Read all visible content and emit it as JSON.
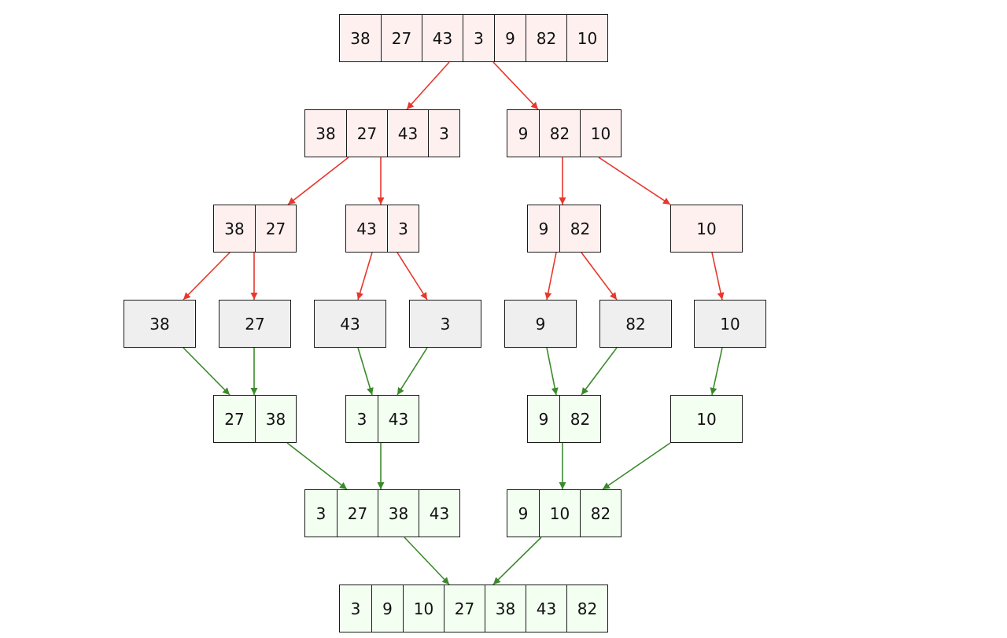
{
  "colors": {
    "split_edge": "#e8372c",
    "merge_edge": "#3a8a2a",
    "split_fill": "#fff0f0",
    "leaf_fill": "#efefef",
    "merge_fill": "#f3fff1"
  },
  "nodes": [
    {
      "id": "s0",
      "kind": "split",
      "values": [
        "38",
        "27",
        "43",
        "3",
        "9",
        "82",
        "10"
      ]
    },
    {
      "id": "s1a",
      "kind": "split",
      "values": [
        "38",
        "27",
        "43",
        "3"
      ]
    },
    {
      "id": "s1b",
      "kind": "split",
      "values": [
        "9",
        "82",
        "10"
      ]
    },
    {
      "id": "s2a",
      "kind": "split",
      "values": [
        "38",
        "27"
      ]
    },
    {
      "id": "s2b",
      "kind": "split",
      "values": [
        "43",
        "3"
      ]
    },
    {
      "id": "s2c",
      "kind": "split",
      "values": [
        "9",
        "82"
      ]
    },
    {
      "id": "s2d",
      "kind": "split",
      "values": [
        "10"
      ]
    },
    {
      "id": "l38",
      "kind": "leaf",
      "values": [
        "38"
      ]
    },
    {
      "id": "l27",
      "kind": "leaf",
      "values": [
        "27"
      ]
    },
    {
      "id": "l43",
      "kind": "leaf",
      "values": [
        "43"
      ]
    },
    {
      "id": "l3",
      "kind": "leaf",
      "values": [
        "3"
      ]
    },
    {
      "id": "l9",
      "kind": "leaf",
      "values": [
        "9"
      ]
    },
    {
      "id": "l82",
      "kind": "leaf",
      "values": [
        "82"
      ]
    },
    {
      "id": "l10",
      "kind": "leaf",
      "values": [
        "10"
      ]
    },
    {
      "id": "m1a",
      "kind": "merge",
      "values": [
        "27",
        "38"
      ]
    },
    {
      "id": "m1b",
      "kind": "merge",
      "values": [
        "3",
        "43"
      ]
    },
    {
      "id": "m1c",
      "kind": "merge",
      "values": [
        "9",
        "82"
      ]
    },
    {
      "id": "m1d",
      "kind": "merge",
      "values": [
        "10"
      ]
    },
    {
      "id": "m2a",
      "kind": "merge",
      "values": [
        "3",
        "27",
        "38",
        "43"
      ]
    },
    {
      "id": "m2b",
      "kind": "merge",
      "values": [
        "9",
        "10",
        "82"
      ]
    },
    {
      "id": "m3",
      "kind": "merge",
      "values": [
        "3",
        "9",
        "10",
        "27",
        "38",
        "43",
        "82"
      ]
    }
  ],
  "edges": [
    {
      "from": "s0",
      "to": "s1a",
      "kind": "split"
    },
    {
      "from": "s0",
      "to": "s1b",
      "kind": "split"
    },
    {
      "from": "s1a",
      "to": "s2a",
      "kind": "split"
    },
    {
      "from": "s1a",
      "to": "s2b",
      "kind": "split"
    },
    {
      "from": "s1b",
      "to": "s2c",
      "kind": "split"
    },
    {
      "from": "s1b",
      "to": "s2d",
      "kind": "split"
    },
    {
      "from": "s2a",
      "to": "l38",
      "kind": "split"
    },
    {
      "from": "s2a",
      "to": "l27",
      "kind": "split"
    },
    {
      "from": "s2b",
      "to": "l43",
      "kind": "split"
    },
    {
      "from": "s2b",
      "to": "l3",
      "kind": "split"
    },
    {
      "from": "s2c",
      "to": "l9",
      "kind": "split"
    },
    {
      "from": "s2c",
      "to": "l82",
      "kind": "split"
    },
    {
      "from": "s2d",
      "to": "l10",
      "kind": "split"
    },
    {
      "from": "l38",
      "to": "m1a",
      "kind": "merge"
    },
    {
      "from": "l27",
      "to": "m1a",
      "kind": "merge"
    },
    {
      "from": "l43",
      "to": "m1b",
      "kind": "merge"
    },
    {
      "from": "l3",
      "to": "m1b",
      "kind": "merge"
    },
    {
      "from": "l9",
      "to": "m1c",
      "kind": "merge"
    },
    {
      "from": "l82",
      "to": "m1c",
      "kind": "merge"
    },
    {
      "from": "l10",
      "to": "m1d",
      "kind": "merge"
    },
    {
      "from": "m1a",
      "to": "m2a",
      "kind": "merge"
    },
    {
      "from": "m1b",
      "to": "m2a",
      "kind": "merge"
    },
    {
      "from": "m1c",
      "to": "m2b",
      "kind": "merge"
    },
    {
      "from": "m1d",
      "to": "m2b",
      "kind": "merge"
    },
    {
      "from": "m2a",
      "to": "m3",
      "kind": "merge"
    },
    {
      "from": "m2b",
      "to": "m3",
      "kind": "merge"
    }
  ]
}
